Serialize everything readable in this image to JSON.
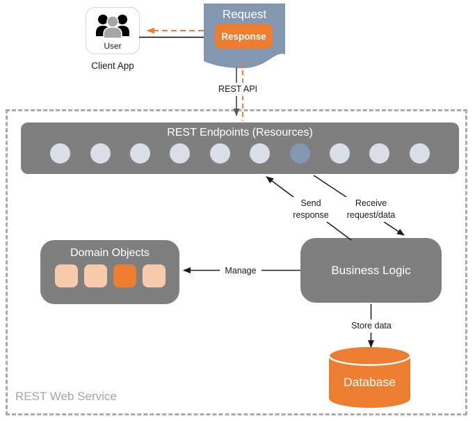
{
  "colors": {
    "orange": "#ED7D31",
    "peach": "#F8CBAD",
    "box_gray": "#7F7F7F",
    "blue_gray": "#8497B0",
    "circle_light": "#D9DEE9",
    "circle_active": "#8497B0",
    "border_dash": "#ABABAB",
    "caption_gray": "#A6A6A6",
    "arrow_black": "#1A1A1A",
    "arrow_gray": "#595959"
  },
  "client_app": {
    "icon": "users-icon",
    "user_label": "User",
    "caption": "Client App"
  },
  "request_flow": {
    "request_label": "Request",
    "response_label": "Response",
    "rest_api_label": "REST API"
  },
  "web_service": {
    "caption": "REST Web Service",
    "endpoints": {
      "title": "REST Endpoints (Resources)",
      "circle_count": 10,
      "active_circle_index": 6
    },
    "domain_objects": {
      "title": "Domain Objects",
      "squares": [
        "peach",
        "peach",
        "orange",
        "peach"
      ]
    },
    "business_logic": {
      "title": "Business Logic"
    },
    "database": {
      "title": "Database"
    },
    "labels": {
      "send": "Send response",
      "receive": "Receive request/data",
      "manage": "Manage",
      "store": "Store data"
    }
  }
}
